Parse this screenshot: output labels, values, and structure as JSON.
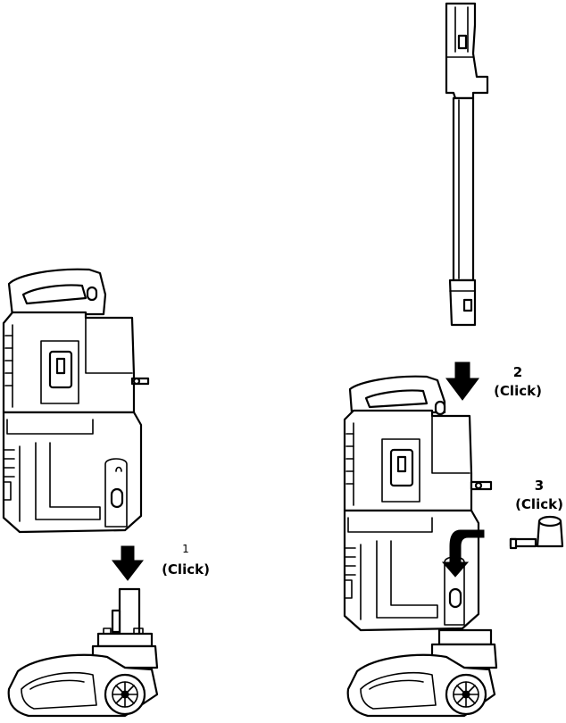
{
  "steps": [
    {
      "number": "1",
      "action": "(Click)"
    },
    {
      "number": "2",
      "action": "(Click)"
    },
    {
      "number": "3",
      "action": "(Click)"
    }
  ],
  "colors": {
    "line": "#000000",
    "background": "#ffffff"
  }
}
